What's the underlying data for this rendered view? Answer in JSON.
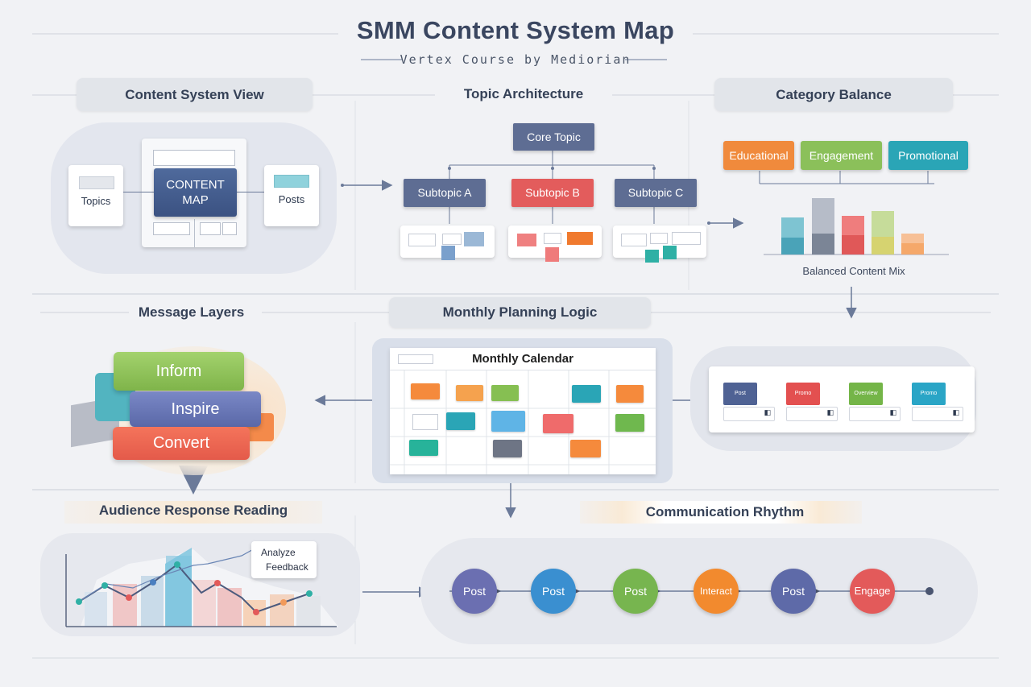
{
  "header": {
    "title": "SMM Content System Map",
    "subtitle": "Vertex Course by Mediorian"
  },
  "sections": {
    "content_system_view": "Content System View",
    "topic_architecture": "Topic Architecture",
    "category_balance": "Category Balance",
    "message_layers": "Message Layers",
    "monthly_planning": "Monthly Planning Logic",
    "audience_response": "Audience Response Reading",
    "communication_rhythm": "Communication Rhythm"
  },
  "content_view": {
    "left_card": "Topics",
    "center_card": "CONTENT MAP",
    "right_card": "Posts"
  },
  "topic_tree": {
    "core": "Core Topic",
    "subtopics": [
      "Subtopic A",
      "Subtopic B",
      "Subtopic C"
    ]
  },
  "category_balance": {
    "categories": [
      {
        "label": "Educational",
        "color": "#f08a3c"
      },
      {
        "label": "Engagement",
        "color": "#8bc05a"
      },
      {
        "label": "Promotional",
        "color": "#2aa5b6"
      }
    ],
    "caption": "Balanced Content Mix"
  },
  "message_layers": [
    "Inform",
    "Inspire",
    "Convert"
  ],
  "monthly_calendar": {
    "title": "Monthly Calendar"
  },
  "planning_cards": [
    "Post",
    "Promo",
    "Overview",
    "Promo"
  ],
  "audience": {
    "callout": [
      "Analyze",
      "Feedback"
    ]
  },
  "rhythm": {
    "steps": [
      {
        "label": "Post",
        "color": "#6b6fb1"
      },
      {
        "label": "Post",
        "color": "#3a8fd0"
      },
      {
        "label": "Post",
        "color": "#77b54f"
      },
      {
        "label": "Interact",
        "color": "#f28a2e"
      },
      {
        "label": "Post",
        "color": "#5e6aa8"
      },
      {
        "label": "Engage",
        "color": "#e35a5a"
      }
    ]
  }
}
